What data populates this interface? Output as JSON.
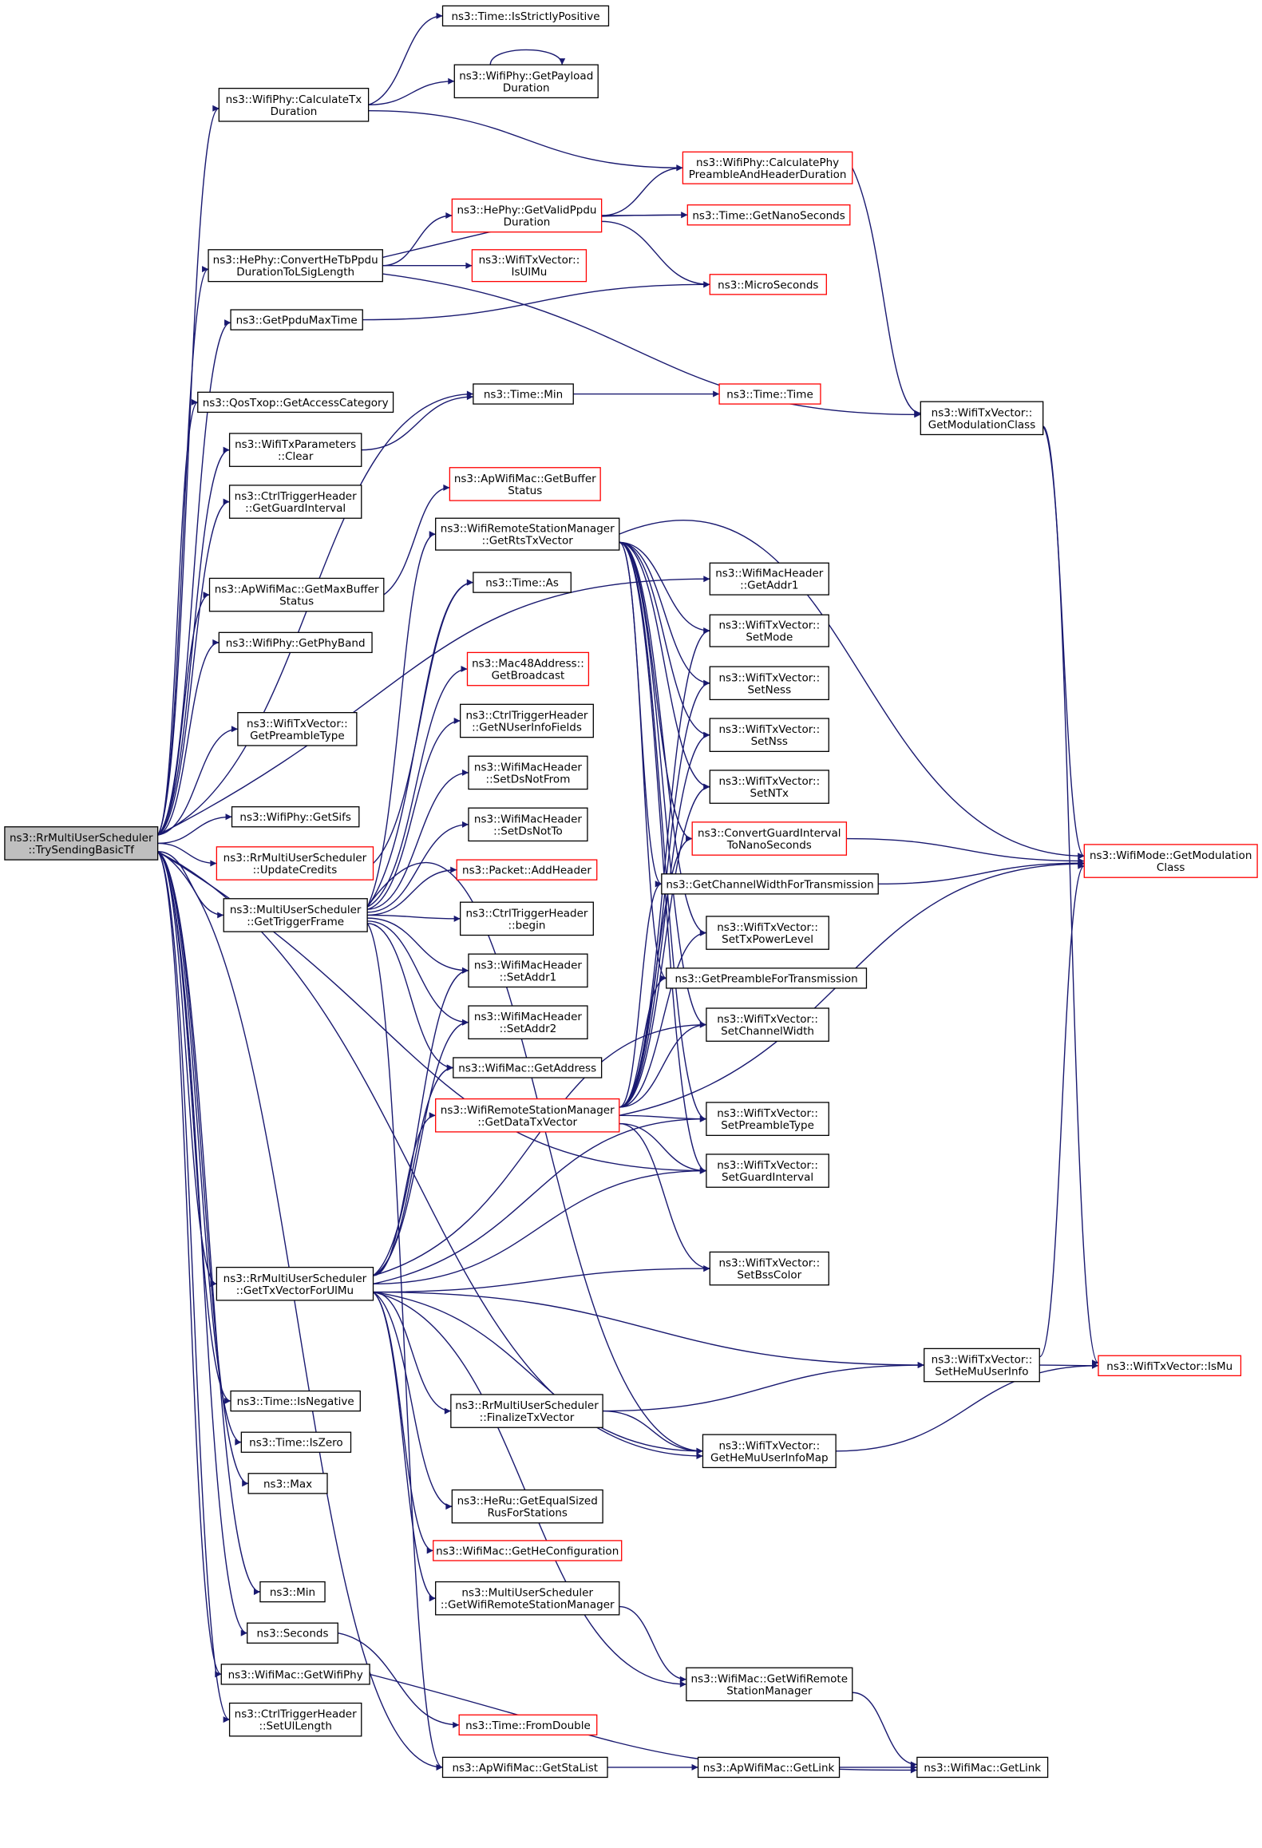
{
  "colors": {
    "edge": "#191970",
    "node_border": "#000000",
    "red_border": "#ff0000",
    "root_fill": "#bfbfbf"
  },
  "nodes": [
    {
      "id": "root",
      "lines": [
        "ns3::RrMultiUserScheduler",
        "::TrySendingBasicTf"
      ],
      "style": "root"
    },
    {
      "id": "isStrictlyPositive",
      "lines": [
        "ns3::Time::IsStrictlyPositive"
      ],
      "style": "normal"
    },
    {
      "id": "calcTxDuration",
      "lines": [
        "ns3::WifiPhy::CalculateTx",
        "Duration"
      ],
      "style": "normal"
    },
    {
      "id": "getPayloadDuration",
      "lines": [
        "ns3::WifiPhy::GetPayload",
        "Duration"
      ],
      "style": "normal"
    },
    {
      "id": "calcPhyPreamble",
      "lines": [
        "ns3::WifiPhy::CalculatePhy",
        "PreambleAndHeaderDuration"
      ],
      "style": "red"
    },
    {
      "id": "getValidPpdu",
      "lines": [
        "ns3::HePhy::GetValidPpdu",
        "Duration"
      ],
      "style": "red"
    },
    {
      "id": "getNanoSeconds",
      "lines": [
        "ns3::Time::GetNanoSeconds"
      ],
      "style": "red"
    },
    {
      "id": "convertHeTb",
      "lines": [
        "ns3::HePhy::ConvertHeTbPpdu",
        "DurationToLSigLength"
      ],
      "style": "normal"
    },
    {
      "id": "isUlMu",
      "lines": [
        "ns3::WifiTxVector::",
        "IsUlMu"
      ],
      "style": "red"
    },
    {
      "id": "microSeconds",
      "lines": [
        "ns3::MicroSeconds"
      ],
      "style": "red"
    },
    {
      "id": "getPpduMaxTime",
      "lines": [
        "ns3::GetPpduMaxTime"
      ],
      "style": "normal"
    },
    {
      "id": "timeMin",
      "lines": [
        "ns3::Time::Min"
      ],
      "style": "normal"
    },
    {
      "id": "timeTime",
      "lines": [
        "ns3::Time::Time"
      ],
      "style": "red"
    },
    {
      "id": "getModulationClassTx",
      "lines": [
        "ns3::WifiTxVector::",
        "GetModulationClass"
      ],
      "style": "normal"
    },
    {
      "id": "getAccessCategory",
      "lines": [
        "ns3::QosTxop::GetAccessCategory"
      ],
      "style": "normal"
    },
    {
      "id": "txParamsClear",
      "lines": [
        "ns3::WifiTxParameters",
        "::Clear"
      ],
      "style": "normal"
    },
    {
      "id": "getBufferStatus",
      "lines": [
        "ns3::ApWifiMac::GetBuffer",
        "Status"
      ],
      "style": "red"
    },
    {
      "id": "getGuardIntervalTrig",
      "lines": [
        "ns3::CtrlTriggerHeader",
        "::GetGuardInterval"
      ],
      "style": "normal"
    },
    {
      "id": "getRtsTxVector",
      "lines": [
        "ns3::WifiRemoteStationManager",
        "::GetRtsTxVector"
      ],
      "style": "normal"
    },
    {
      "id": "getAddr1",
      "lines": [
        "ns3::WifiMacHeader",
        "::GetAddr1"
      ],
      "style": "normal"
    },
    {
      "id": "getMaxBufferStatus",
      "lines": [
        "ns3::ApWifiMac::GetMaxBuffer",
        "Status"
      ],
      "style": "normal"
    },
    {
      "id": "timeAs",
      "lines": [
        "ns3::Time::As"
      ],
      "style": "normal"
    },
    {
      "id": "setMode",
      "lines": [
        "ns3::WifiTxVector::",
        "SetMode"
      ],
      "style": "normal"
    },
    {
      "id": "getPhyBand",
      "lines": [
        "ns3::WifiPhy::GetPhyBand"
      ],
      "style": "normal"
    },
    {
      "id": "getBroadcast",
      "lines": [
        "ns3::Mac48Address::",
        "GetBroadcast"
      ],
      "style": "red"
    },
    {
      "id": "setNess",
      "lines": [
        "ns3::WifiTxVector::",
        "SetNess"
      ],
      "style": "normal"
    },
    {
      "id": "getPreambleType",
      "lines": [
        "ns3::WifiTxVector::",
        "GetPreambleType"
      ],
      "style": "normal"
    },
    {
      "id": "getNUserInfoFields",
      "lines": [
        "ns3::CtrlTriggerHeader",
        "::GetNUserInfoFields"
      ],
      "style": "normal"
    },
    {
      "id": "setNss",
      "lines": [
        "ns3::WifiTxVector::",
        "SetNss"
      ],
      "style": "normal"
    },
    {
      "id": "setDsNotFrom",
      "lines": [
        "ns3::WifiMacHeader",
        "::SetDsNotFrom"
      ],
      "style": "normal"
    },
    {
      "id": "setNTx",
      "lines": [
        "ns3::WifiTxVector::",
        "SetNTx"
      ],
      "style": "normal"
    },
    {
      "id": "getSifs",
      "lines": [
        "ns3::WifiPhy::GetSifs"
      ],
      "style": "normal"
    },
    {
      "id": "setDsNotTo",
      "lines": [
        "ns3::WifiMacHeader",
        "::SetDsNotTo"
      ],
      "style": "normal"
    },
    {
      "id": "convertGuardInterval",
      "lines": [
        "ns3::ConvertGuardInterval",
        "ToNanoSeconds"
      ],
      "style": "red"
    },
    {
      "id": "updateCredits",
      "lines": [
        "ns3::RrMultiUserScheduler",
        "::UpdateCredits"
      ],
      "style": "red"
    },
    {
      "id": "wifiModeGetModClass",
      "lines": [
        "ns3::WifiMode::GetModulation",
        "Class"
      ],
      "style": "red"
    },
    {
      "id": "addHeader",
      "lines": [
        "ns3::Packet::AddHeader"
      ],
      "style": "red"
    },
    {
      "id": "getChannelWidthForTx",
      "lines": [
        "ns3::GetChannelWidthForTransmission"
      ],
      "style": "normal"
    },
    {
      "id": "getTriggerFrame",
      "lines": [
        "ns3::MultiUserScheduler",
        "::GetTriggerFrame"
      ],
      "style": "normal"
    },
    {
      "id": "trigBegin",
      "lines": [
        "ns3::CtrlTriggerHeader",
        "::begin"
      ],
      "style": "normal"
    },
    {
      "id": "setTxPowerLevel",
      "lines": [
        "ns3::WifiTxVector::",
        "SetTxPowerLevel"
      ],
      "style": "normal"
    },
    {
      "id": "setAddr1",
      "lines": [
        "ns3::WifiMacHeader",
        "::SetAddr1"
      ],
      "style": "normal"
    },
    {
      "id": "getPreambleForTx",
      "lines": [
        "ns3::GetPreambleForTransmission"
      ],
      "style": "normal"
    },
    {
      "id": "setAddr2",
      "lines": [
        "ns3::WifiMacHeader",
        "::SetAddr2"
      ],
      "style": "normal"
    },
    {
      "id": "setChannelWidth",
      "lines": [
        "ns3::WifiTxVector::",
        "SetChannelWidth"
      ],
      "style": "normal"
    },
    {
      "id": "getAddress",
      "lines": [
        "ns3::WifiMac::GetAddress"
      ],
      "style": "normal"
    },
    {
      "id": "getDataTxVector",
      "lines": [
        "ns3::WifiRemoteStationManager",
        "::GetDataTxVector"
      ],
      "style": "red"
    },
    {
      "id": "setPreambleType",
      "lines": [
        "ns3::WifiTxVector::",
        "SetPreambleType"
      ],
      "style": "normal"
    },
    {
      "id": "setGuardInterval",
      "lines": [
        "ns3::WifiTxVector::",
        "SetGuardInterval"
      ],
      "style": "normal"
    },
    {
      "id": "setBssColor",
      "lines": [
        "ns3::WifiTxVector::",
        "SetBssColor"
      ],
      "style": "normal"
    },
    {
      "id": "getTxVectorForUlMu",
      "lines": [
        "ns3::RrMultiUserScheduler",
        "::GetTxVectorForUlMu"
      ],
      "style": "normal"
    },
    {
      "id": "setHeMuUserInfo",
      "lines": [
        "ns3::WifiTxVector::",
        "SetHeMuUserInfo"
      ],
      "style": "normal"
    },
    {
      "id": "isMu",
      "lines": [
        "ns3::WifiTxVector::IsMu"
      ],
      "style": "red"
    },
    {
      "id": "isNegative",
      "lines": [
        "ns3::Time::IsNegative"
      ],
      "style": "normal"
    },
    {
      "id": "finalizeTxVector",
      "lines": [
        "ns3::RrMultiUserScheduler",
        "::FinalizeTxVector"
      ],
      "style": "normal"
    },
    {
      "id": "isZero",
      "lines": [
        "ns3::Time::IsZero"
      ],
      "style": "normal"
    },
    {
      "id": "getHeMuUserInfoMap",
      "lines": [
        "ns3::WifiTxVector::",
        "GetHeMuUserInfoMap"
      ],
      "style": "normal"
    },
    {
      "id": "max",
      "lines": [
        "ns3::Max"
      ],
      "style": "normal"
    },
    {
      "id": "getEqualSizedRus",
      "lines": [
        "ns3::HeRu::GetEqualSized",
        "RusForStations"
      ],
      "style": "normal"
    },
    {
      "id": "getHeConfiguration",
      "lines": [
        "ns3::WifiMac::GetHeConfiguration"
      ],
      "style": "red"
    },
    {
      "id": "min",
      "lines": [
        "ns3::Min"
      ],
      "style": "normal"
    },
    {
      "id": "musGetWrsm",
      "lines": [
        "ns3::MultiUserScheduler",
        "::GetWifiRemoteStationManager"
      ],
      "style": "normal"
    },
    {
      "id": "seconds",
      "lines": [
        "ns3::Seconds"
      ],
      "style": "normal"
    },
    {
      "id": "getWifiPhy",
      "lines": [
        "ns3::WifiMac::GetWifiPhy"
      ],
      "style": "normal"
    },
    {
      "id": "macGetWrsm",
      "lines": [
        "ns3::WifiMac::GetWifiRemote",
        "StationManager"
      ],
      "style": "normal"
    },
    {
      "id": "setUlLength",
      "lines": [
        "ns3::CtrlTriggerHeader",
        "::SetUlLength"
      ],
      "style": "normal"
    },
    {
      "id": "fromDouble",
      "lines": [
        "ns3::Time::FromDouble"
      ],
      "style": "red"
    },
    {
      "id": "getStaList",
      "lines": [
        "ns3::ApWifiMac::GetStaList"
      ],
      "style": "normal"
    },
    {
      "id": "apGetLink",
      "lines": [
        "ns3::ApWifiMac::GetLink"
      ],
      "style": "normal"
    },
    {
      "id": "macGetLink",
      "lines": [
        "ns3::WifiMac::GetLink"
      ],
      "style": "normal"
    }
  ]
}
